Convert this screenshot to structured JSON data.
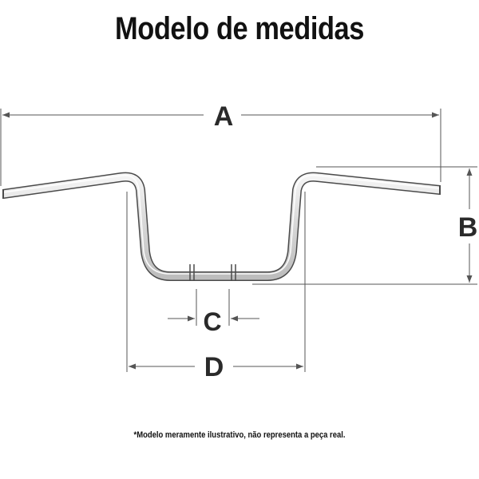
{
  "title": "Modelo de medidas",
  "dimensions": {
    "a": "A",
    "b": "B",
    "c": "C",
    "d": "D"
  },
  "footnote": "*Modelo meramente ilustrativo, não representa a peça real.",
  "colors": {
    "dimension_line": "#555555",
    "bar_outline": "#4a4a4a",
    "bar_fill": "#e6e6e6",
    "text": "#111111"
  }
}
